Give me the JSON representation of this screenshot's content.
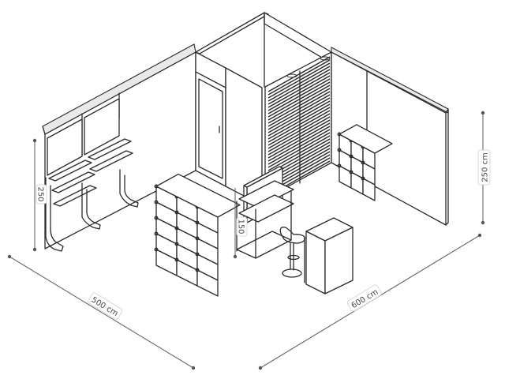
{
  "dimensions": {
    "front_width": "500 cm",
    "side_depth": "600 cm",
    "wall_height_right": "250 cm",
    "wall_height_left": "250",
    "counter_height": "150"
  },
  "colors": {
    "line": "#2b2b2b",
    "dimension": "#6a6a6a",
    "label": "#444444"
  }
}
